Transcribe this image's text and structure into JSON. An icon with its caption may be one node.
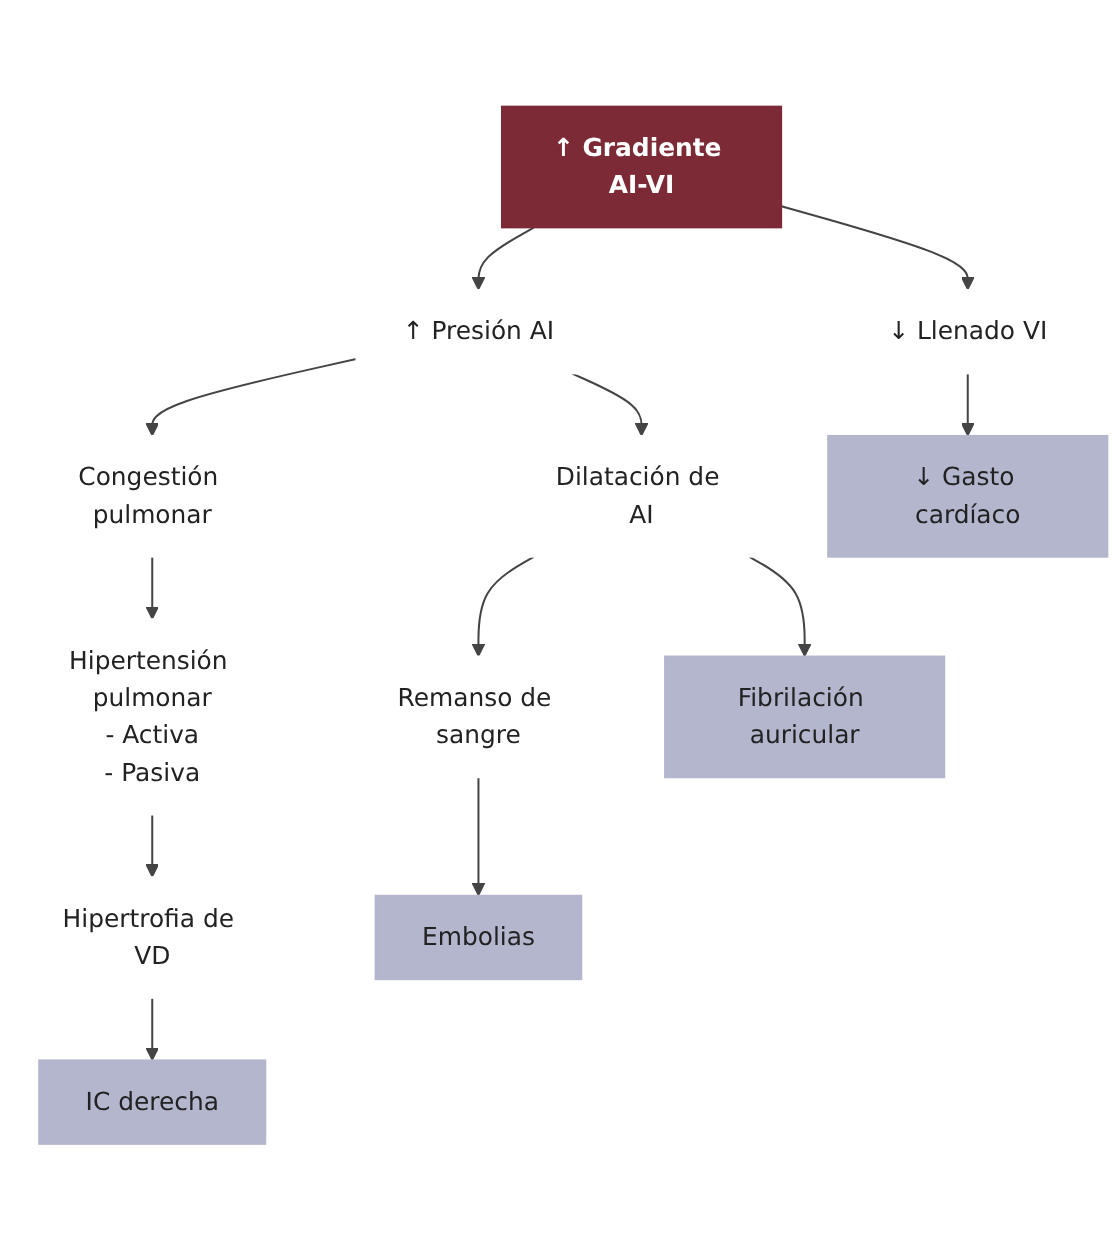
{
  "diagram": {
    "nodes": [
      {
        "text": [
          "↑ Gradiente AI-VI"
        ]
      },
      {
        "text": [
          "↑ Presión AI"
        ]
      },
      {
        "text": [
          "↓ Llenado VI"
        ]
      },
      {
        "text": [
          "Congestión pulmonar"
        ]
      },
      {
        "text": [
          "Dilatación de AI"
        ]
      },
      {
        "text": [
          "↓ Gasto cardíaco"
        ]
      },
      {
        "text": [
          "Hipertensión pulmonar",
          "- Activa",
          "- Pasiva"
        ]
      },
      {
        "text": [
          "Remanso de sangre"
        ]
      },
      {
        "text": [
          "Fibrilación auricular"
        ]
      },
      {
        "text": [
          "Hipertrofia de VD"
        ]
      },
      {
        "text": [
          "Embolias"
        ]
      },
      {
        "text": [
          "IC derecha"
        ]
      }
    ],
    "edges": [
      {
        "from": 0,
        "to": 1,
        "arrow": "to"
      },
      {
        "from": 0,
        "to": 2,
        "arrow": "to"
      },
      {
        "from": 1,
        "to": 3,
        "arrow": "to"
      },
      {
        "from": 1,
        "to": 4,
        "arrow": "to"
      },
      {
        "from": 2,
        "to": 5,
        "arrow": "to"
      },
      {
        "from": 3,
        "to": 6,
        "arrow": "to"
      },
      {
        "from": 4,
        "to": 7,
        "arrow": "to"
      },
      {
        "from": 4,
        "to": 8,
        "arrow": "to"
      },
      {
        "from": 6,
        "to": 9,
        "arrow": "to"
      },
      {
        "from": 7,
        "to": 10,
        "arrow": "to"
      },
      {
        "from": 9,
        "to": 11,
        "arrow": "to"
      }
    ]
  }
}
